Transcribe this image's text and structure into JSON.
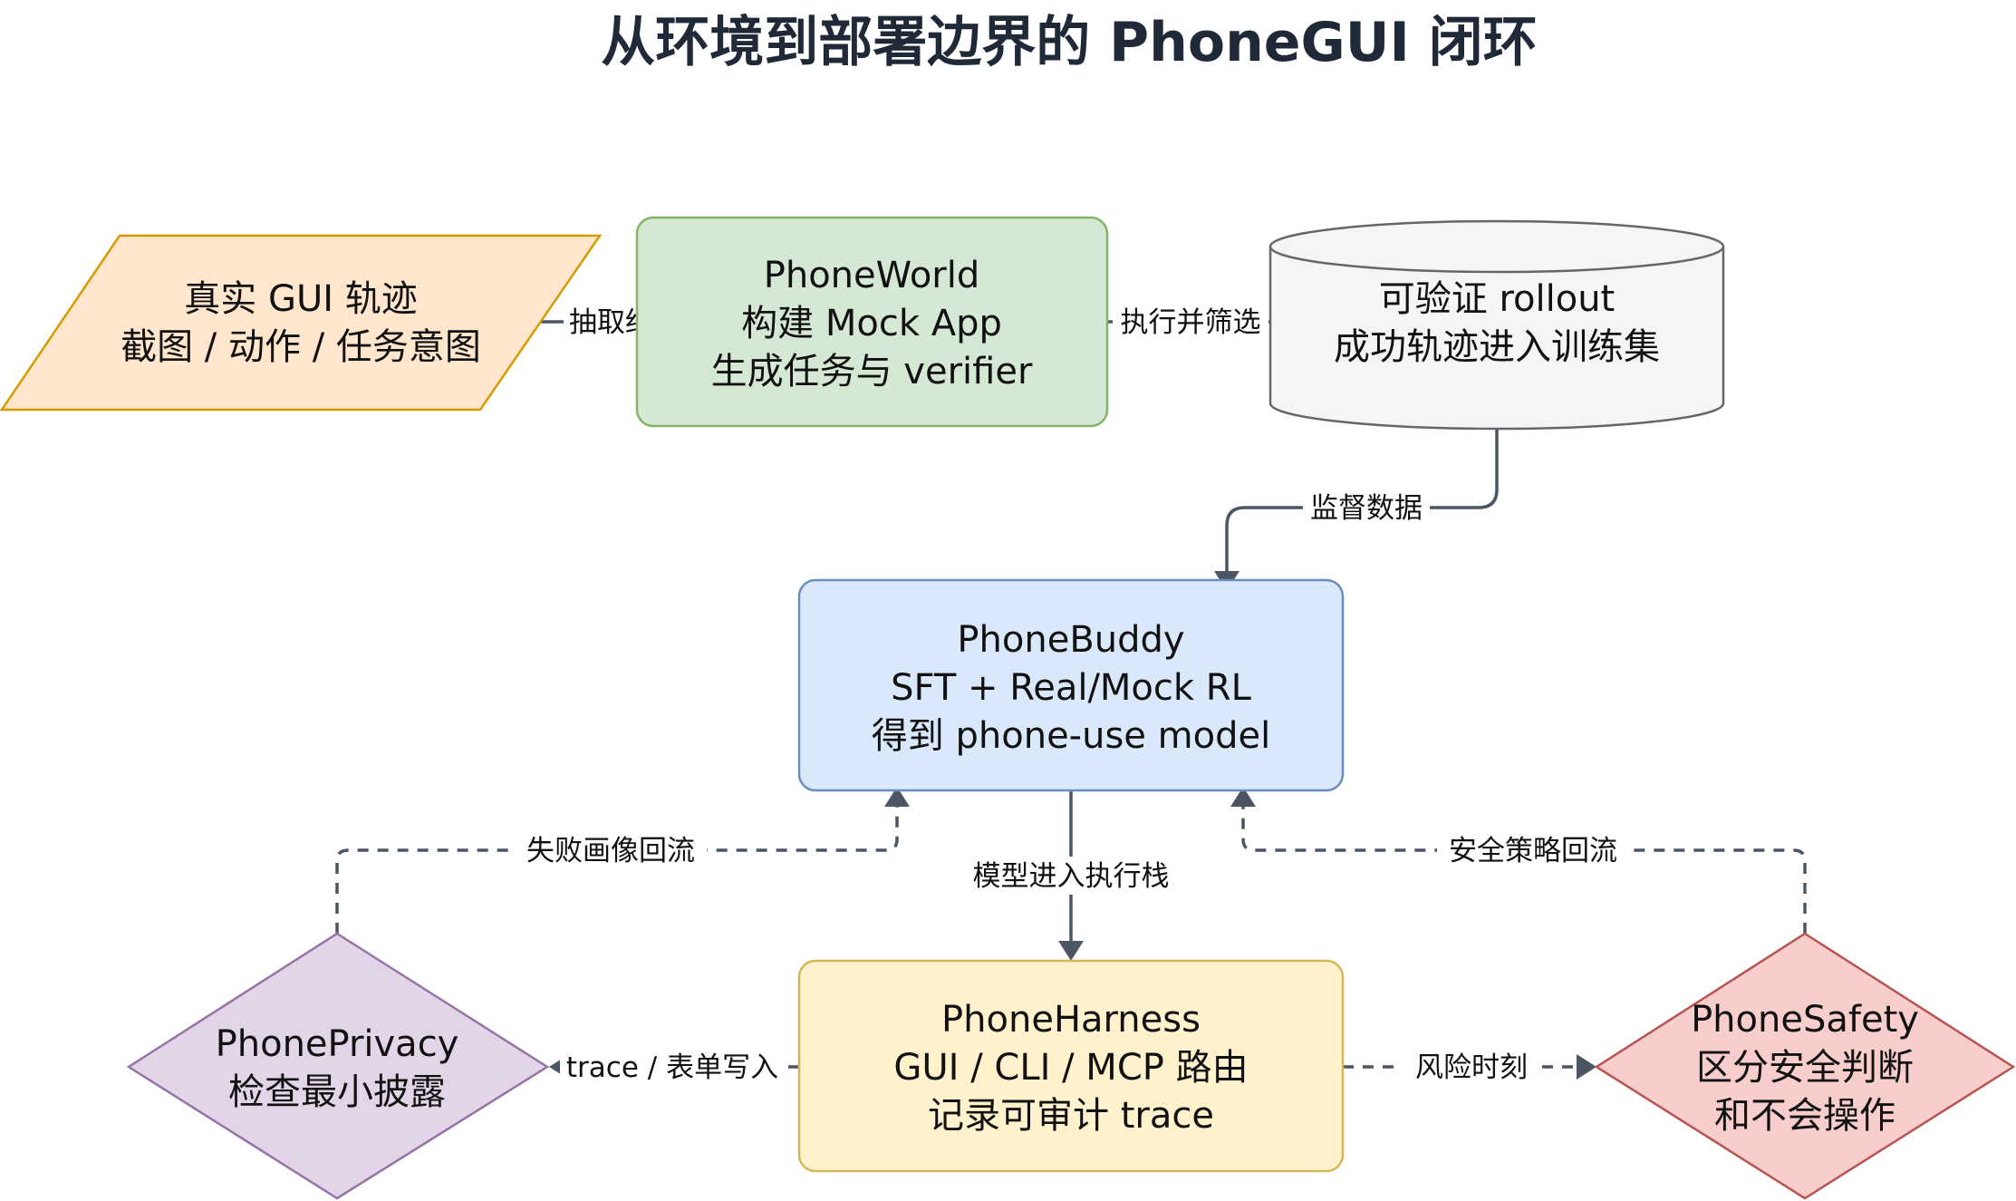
{
  "title": "从环境到部署边界的 PhoneGUI 闭环",
  "nodes": {
    "real_gui": {
      "lines": [
        "真实 GUI 轨迹",
        "截图 / 动作 / 任务意图"
      ],
      "shape": "parallelogram",
      "fill": "#ffe6cc",
      "stroke": "#d79b00"
    },
    "phoneworld": {
      "lines": [
        "PhoneWorld",
        "构建 Mock App",
        "生成任务与 verifier"
      ],
      "shape": "rounded-rect",
      "fill": "#d5e8d4",
      "stroke": "#82b366"
    },
    "rollout": {
      "lines": [
        "可验证 rollout",
        "成功轨迹进入训练集"
      ],
      "shape": "cylinder",
      "fill": "#f5f5f5",
      "stroke": "#666666"
    },
    "phonebuddy": {
      "lines": [
        "PhoneBuddy",
        "SFT + Real/Mock RL",
        "得到 phone-use model"
      ],
      "shape": "rounded-rect",
      "fill": "#dae8fc",
      "stroke": "#6c8ebf"
    },
    "phoneharness": {
      "lines": [
        "PhoneHarness",
        "GUI / CLI / MCP 路由",
        "记录可审计 trace"
      ],
      "shape": "rounded-rect",
      "fill": "#fff2cc",
      "stroke": "#d6b656"
    },
    "phoneprivacy": {
      "lines": [
        "PhonePrivacy",
        "检查最小披露"
      ],
      "shape": "diamond",
      "fill": "#e1d5e7",
      "stroke": "#9673a6"
    },
    "phonesafety": {
      "lines": [
        "PhoneSafety",
        "区分安全判断",
        "和不会操作"
      ],
      "shape": "diamond",
      "fill": "#f8cecc",
      "stroke": "#b85450"
    }
  },
  "edges": {
    "extract": {
      "label": "抽取结构",
      "style": "solid"
    },
    "execute_filter": {
      "label": "执行并筛选",
      "style": "solid"
    },
    "supervise": {
      "label": "监督数据",
      "style": "solid"
    },
    "model_exec": {
      "label": "模型进入执行栈",
      "style": "solid"
    },
    "trace_write": {
      "label": "trace / 表单写入",
      "style": "dashed"
    },
    "risk": {
      "label": "风险时刻",
      "style": "dashed"
    },
    "failure_back": {
      "label": "失败画像回流",
      "style": "dashed"
    },
    "safety_back": {
      "label": "安全策略回流",
      "style": "dashed"
    }
  },
  "colors": {
    "edge": "#4b5563",
    "title": "#1f2937",
    "text": "#111111"
  }
}
